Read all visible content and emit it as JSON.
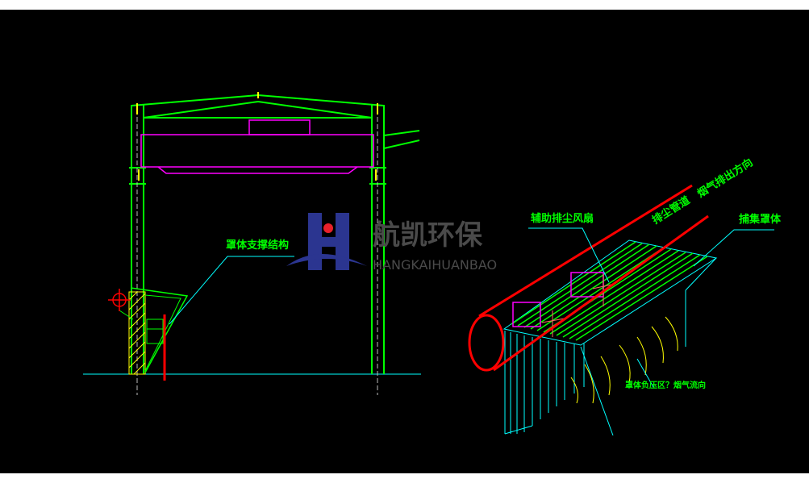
{
  "labels": {
    "support_structure": "罩体支撑结构",
    "aux_fan": "辅助排尘风扇",
    "exhaust_duct": "排尘管道",
    "smoke_direction": "烟气排出方向",
    "hood": "捕集罩体",
    "hood_flow": "罩体负压区？烟气流向"
  },
  "watermark": {
    "name": "航凯环保",
    "pinyin": "HANGKAIHUANBAO"
  },
  "colors": {
    "background": "#000000",
    "structure": "#00ff00",
    "duct": "#ff0000",
    "hood": "#00ffff",
    "magenta": "#ff00ff",
    "yellow": "#ffff00",
    "logo_blue": "#2b3590",
    "logo_red": "#e8202a"
  }
}
